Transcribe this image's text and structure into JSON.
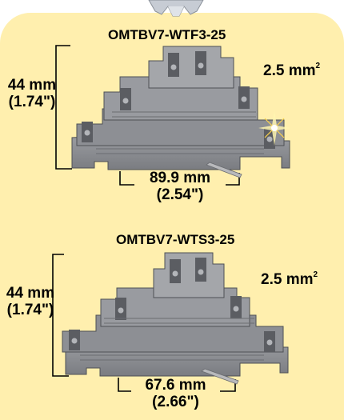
{
  "products": [
    {
      "part_number": "OMTBV7-WTF3-25",
      "height_mm": "44 mm",
      "height_in": "(1.74\")",
      "width_mm": "89.9 mm",
      "width_in": "(2.54\")",
      "wire_size": "2.5 mm",
      "wire_size_exp": "2"
    },
    {
      "part_number": "OMTBV7-WTS3-25",
      "height_mm": "44 mm",
      "height_in": "(1.74\")",
      "width_mm": "67.6 mm",
      "width_in": "(2.66\")",
      "wire_size": "2.5 mm",
      "wire_size_exp": "2"
    }
  ],
  "colors": {
    "panel": "#ffefae",
    "block_body": "#8d8f94",
    "block_dark": "#5b5d62",
    "block_light": "#b3b5b9",
    "text": "#000000"
  },
  "icons": [
    "gear-graphic",
    "sparkle-icon"
  ]
}
